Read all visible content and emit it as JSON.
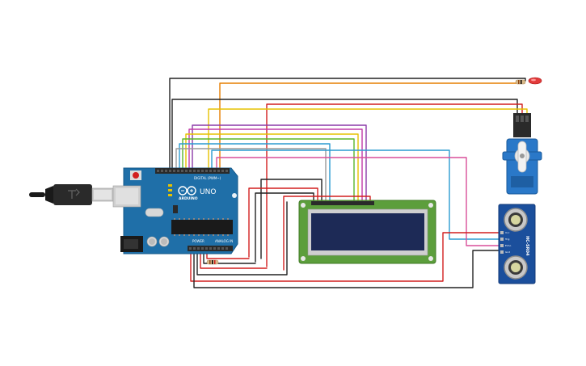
{
  "board": {
    "brand_label": "ARDUINO",
    "model_label": "UNO",
    "digital_label": "DIGITAL (PWM~)",
    "power_label": "POWER",
    "analog_label": "ANALOG IN"
  },
  "sensor": {
    "model_label": "HC-SR04",
    "pin_labels": [
      "Vcc",
      "Trig",
      "Echo",
      "Gnd"
    ]
  },
  "colors": {
    "board": "#1f6fa8",
    "lcd_pcb": "#5c9e3c",
    "lcd_screen": "#1d2a56",
    "sensor_pcb": "#1b4f9c",
    "servo": "#2a78c8",
    "wire_black": "#222222",
    "wire_red": "#d21f1f",
    "wire_orange": "#e67e00",
    "wire_yellow": "#e6c200",
    "wire_purple": "#8b3aa8",
    "wire_green": "#5ab52c",
    "wire_cyan": "#2b9bd1",
    "wire_pink": "#d94f9a",
    "wire_gray": "#9a9a9a"
  }
}
